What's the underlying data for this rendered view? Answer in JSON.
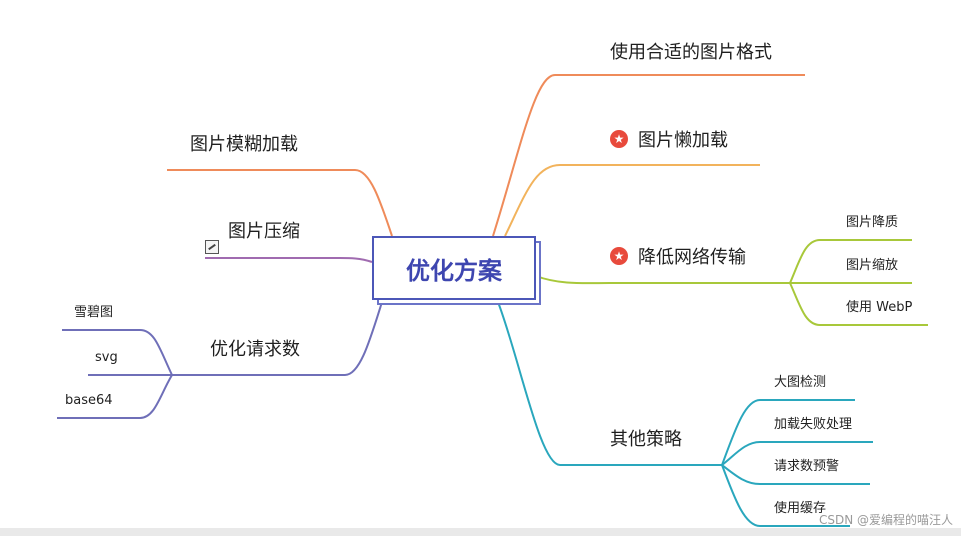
{
  "root": {
    "label": "优化方案"
  },
  "branches": {
    "format": {
      "label": "使用合适的图片格式",
      "color": "#ef8b5a"
    },
    "lazy": {
      "label": "图片懒加载",
      "color": "#f2b35c",
      "marker": "star-badge-icon"
    },
    "network": {
      "label": "降低网络传输",
      "color": "#a8c83a",
      "marker": "star-badge-icon",
      "children": [
        "图片降质",
        "图片缩放",
        "使用 WebP"
      ]
    },
    "other": {
      "label": "其他策略",
      "color": "#2aa7bd",
      "children": [
        "大图检测",
        "加载失败处理",
        "请求数预警",
        "使用缓存"
      ]
    },
    "blur": {
      "label": "图片模糊加载",
      "color": "#ef8b5a"
    },
    "compress": {
      "label": "图片压缩",
      "color": "#a06bb0",
      "marker": "image-icon"
    },
    "requests": {
      "label": "优化请求数",
      "color": "#6f6fb8",
      "children": [
        "雪碧图",
        "svg",
        "base64"
      ]
    }
  },
  "watermark": "CSDN @爱编程的喵汪人"
}
